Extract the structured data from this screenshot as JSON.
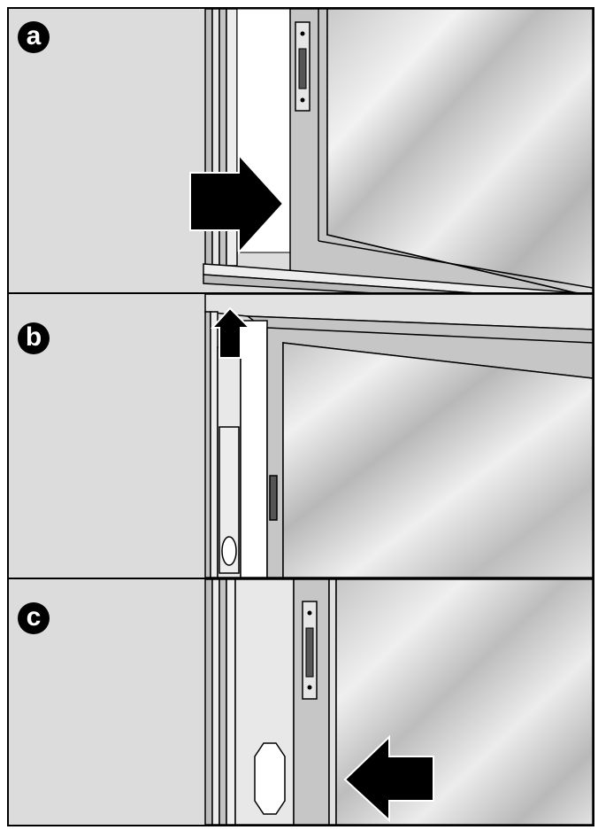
{
  "panels": [
    {
      "label": "a"
    },
    {
      "label": "b"
    },
    {
      "label": "c"
    }
  ],
  "colors": {
    "background": "#dcdcdc",
    "frame": "#c8c8c8",
    "outline": "#000000",
    "arrow": "#000000"
  }
}
